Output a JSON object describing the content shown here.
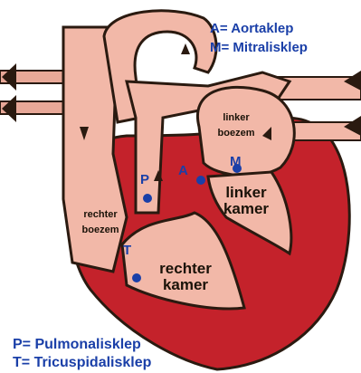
{
  "legend_top": {
    "line1": "A= Aortaklep",
    "line2": "M= Mitralisklep"
  },
  "legend_bottom": {
    "line1": "P= Pulmonalisklep",
    "line2": "T= Tricuspidalisklep"
  },
  "chambers": {
    "left_atrium": {
      "line1": "linker",
      "line2": "boezem"
    },
    "left_ventricle": {
      "line1": "linker",
      "line2": "kamer"
    },
    "right_atrium": {
      "line1": "rechter",
      "line2": "boezem"
    },
    "right_ventricle": {
      "line1": "rechter",
      "line2": "kamer"
    }
  },
  "valves": {
    "pulmonary": "P",
    "aortic": "A",
    "mitral": "M",
    "tricuspid": "T"
  },
  "colors": {
    "muscle_red": "#c4222b",
    "vessel_pink": "#f2b8a8",
    "vessel_dark": "#8a2a20",
    "valve_blue": "#1a3fa8",
    "outline": "#2a1a10"
  }
}
